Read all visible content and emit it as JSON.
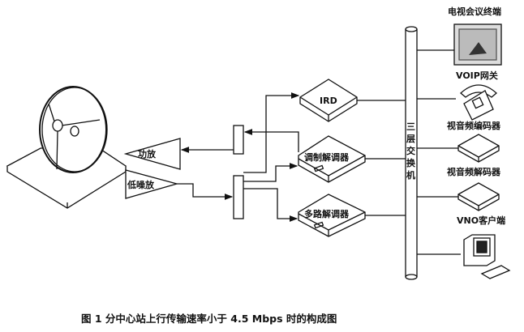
{
  "labels": {
    "power_amp": "功放",
    "lna": "低噪放",
    "ird": "IRD",
    "modem": "调制解调器",
    "multi_demod": "多路解调器",
    "switch": [
      "三",
      "层",
      "交",
      "换",
      "机"
    ],
    "video_conf": "电视会议终端",
    "voip": "VOIP网关",
    "encoder": "视音频编码器",
    "decoder": "视音频解码器",
    "vno": "VNO客户端"
  },
  "caption": "图 1   分中心站上行传输速率小于 4.5 Mbps 时的构成图"
}
